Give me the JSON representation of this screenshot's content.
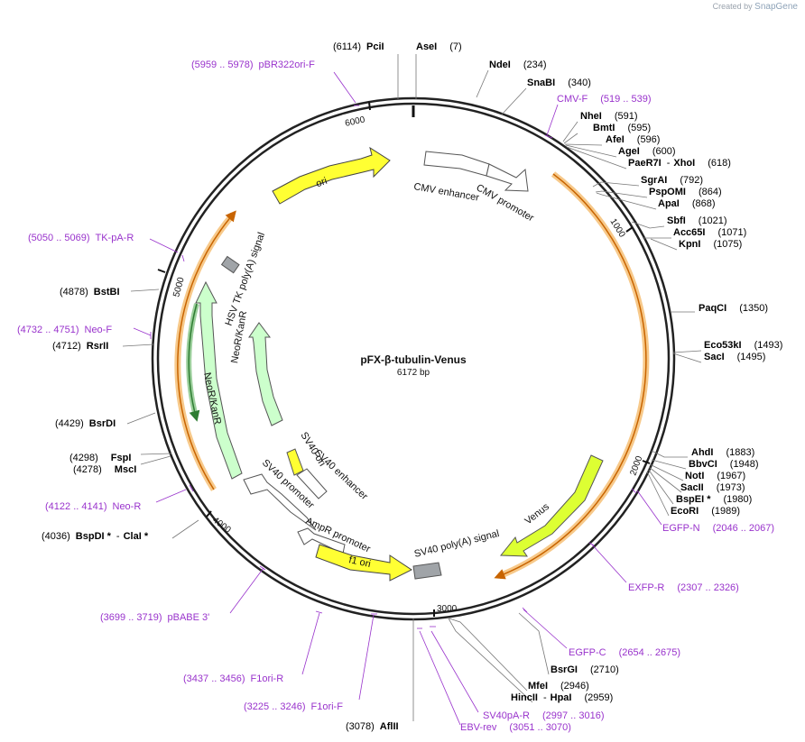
{
  "credit": {
    "text": "Created by",
    "brand": "SnapGene"
  },
  "plasmid": {
    "name": "pFX-β-tubulin-Venus",
    "size_label": "6172 bp",
    "length": 6172
  },
  "ticks": [
    "1000",
    "2000",
    "3000",
    "4000",
    "5000",
    "6000"
  ],
  "features": [
    {
      "name": "ori",
      "color": "#ffff00"
    },
    {
      "name": "CMV enhancer",
      "color": "#ffffff"
    },
    {
      "name": "CMV promoter",
      "color": "#ffffff"
    },
    {
      "name": "HSV TK poly(A) signal",
      "color": "#999999"
    },
    {
      "name": "NeoR/KanR",
      "color": "#ccffcc"
    },
    {
      "name": "SV40 ori",
      "color": "#ffff00"
    },
    {
      "name": "SV40 enhancer",
      "color": "#ffffff"
    },
    {
      "name": "SV40 promoter",
      "color": "#ffffff"
    },
    {
      "name": "AmpR promoter",
      "color": "#ffffff"
    },
    {
      "name": "f1 ori",
      "color": "#ffff00"
    },
    {
      "name": "SV40 poly(A) signal",
      "color": "#999999"
    },
    {
      "name": "Venus",
      "color": "#ddff33"
    }
  ],
  "enzymes": [
    {
      "name": "PciI",
      "pos": "(6114)"
    },
    {
      "name": "AseI",
      "pos": "(7)"
    },
    {
      "name": "NdeI",
      "pos": "(234)"
    },
    {
      "name": "SnaBI",
      "pos": "(340)"
    },
    {
      "name": "NheI",
      "pos": "(591)"
    },
    {
      "name": "BmtI",
      "pos": "(595)"
    },
    {
      "name": "AfeI",
      "pos": "(596)"
    },
    {
      "name": "AgeI",
      "pos": "(600)"
    },
    {
      "name": "PaeR7I",
      "name2": "XhoI",
      "pos": "(618)"
    },
    {
      "name": "SgrAI",
      "pos": "(792)"
    },
    {
      "name": "PspOMI",
      "pos": "(864)"
    },
    {
      "name": "ApaI",
      "pos": "(868)"
    },
    {
      "name": "SbfI",
      "pos": "(1021)"
    },
    {
      "name": "Acc65I",
      "pos": "(1071)"
    },
    {
      "name": "KpnI",
      "pos": "(1075)"
    },
    {
      "name": "PaqCI",
      "pos": "(1350)"
    },
    {
      "name": "Eco53kI",
      "pos": "(1493)"
    },
    {
      "name": "SacI",
      "pos": "(1495)"
    },
    {
      "name": "AhdI",
      "pos": "(1883)"
    },
    {
      "name": "BbvCI",
      "pos": "(1948)"
    },
    {
      "name": "NotI",
      "pos": "(1967)"
    },
    {
      "name": "SacII",
      "pos": "(1973)"
    },
    {
      "name": "BspEI *",
      "pos": "(1980)"
    },
    {
      "name": "EcoRI",
      "pos": "(1989)"
    },
    {
      "name": "BsrGI",
      "pos": "(2710)"
    },
    {
      "name": "MfeI",
      "pos": "(2946)"
    },
    {
      "name": "HincII",
      "name2": "HpaI",
      "pos": "(2959)"
    },
    {
      "name": "AflII",
      "pos": "(3078)"
    },
    {
      "name": "BspDI *",
      "name2": "ClaI *",
      "pos": "(4036)"
    },
    {
      "name": "MscI",
      "pos": "(4278)"
    },
    {
      "name": "FspI",
      "pos": "(4298)"
    },
    {
      "name": "BsrDI",
      "pos": "(4429)"
    },
    {
      "name": "RsrII",
      "pos": "(4712)"
    },
    {
      "name": "BstBI",
      "pos": "(4878)"
    }
  ],
  "primers": [
    {
      "name": "pBR322ori-F",
      "range": "(5959 .. 5978)"
    },
    {
      "name": "CMV-F",
      "range": "(519 .. 539)"
    },
    {
      "name": "TK-pA-R",
      "range": "(5050 .. 5069)"
    },
    {
      "name": "Neo-F",
      "range": "(4732 .. 4751)"
    },
    {
      "name": "Neo-R",
      "range": "(4122 .. 4141)"
    },
    {
      "name": "EGFP-N",
      "range": "(2046 .. 2067)"
    },
    {
      "name": "EXFP-R",
      "range": "(2307 .. 2326)"
    },
    {
      "name": "EGFP-C",
      "range": "(2654 .. 2675)"
    },
    {
      "name": "SV40pA-R",
      "range": "(2997 .. 3016)"
    },
    {
      "name": "EBV-rev",
      "range": "(3051 .. 3070)"
    },
    {
      "name": "F1ori-F",
      "range": "(3225 .. 3246)"
    },
    {
      "name": "F1ori-R",
      "range": "(3437 .. 3456)"
    },
    {
      "name": "pBABE 3'",
      "range": "(3699 .. 3719)"
    }
  ]
}
